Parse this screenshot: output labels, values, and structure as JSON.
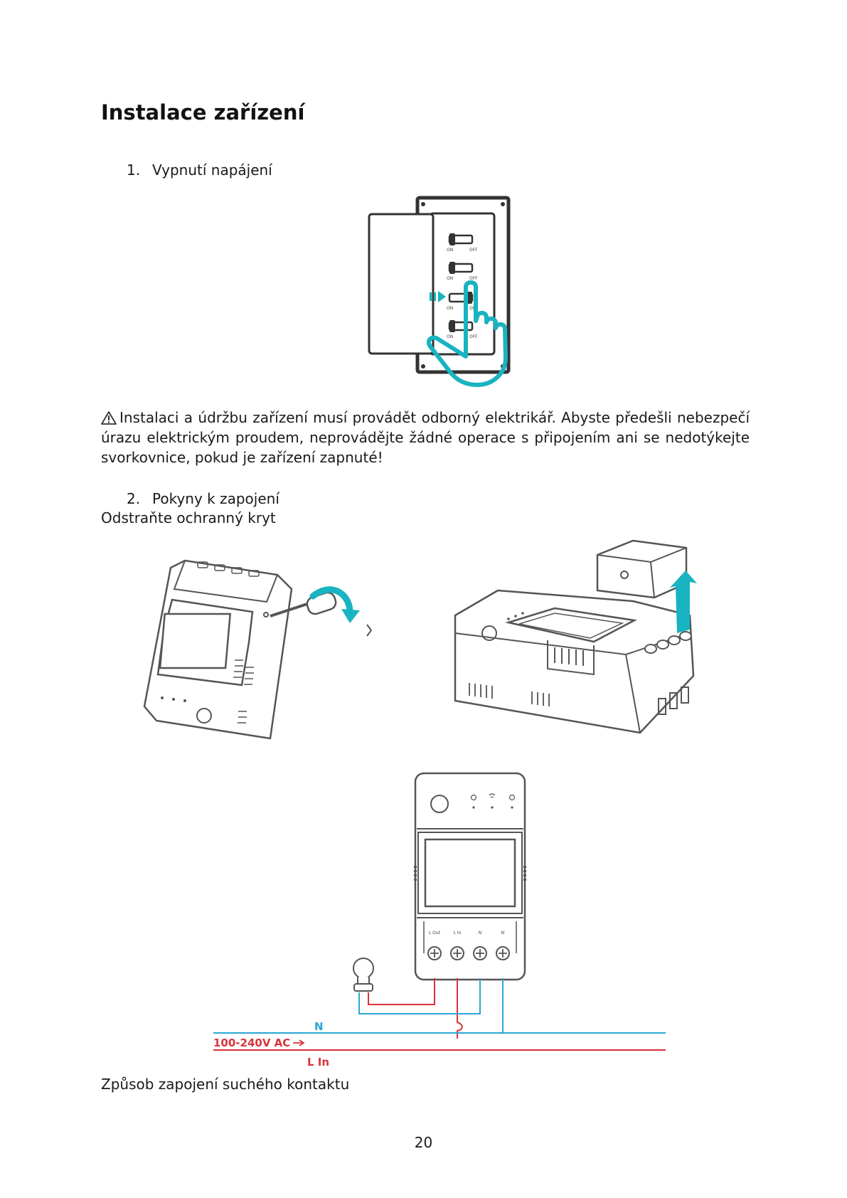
{
  "heading": "Instalace zařízení",
  "step1": {
    "number": "1.",
    "text": "Vypnutí napájení"
  },
  "breaker": {
    "labels": [
      "ON",
      "OFF"
    ],
    "accent": "#19b3c1"
  },
  "warning": {
    "icon": "warning-triangle-icon",
    "text": "Instalaci a údržbu zařízení musí provádět odborný elektrikář. Abyste předešli nebezpečí úrazu elektrickým proudem, neprovádějte žádné operace s připojením ani se nedotýkejte svorkovnice, pokud je zařízení zapnuté!"
  },
  "step2": {
    "number": "2.",
    "text": "Pokyny k zapojení"
  },
  "remove_cover": "Odstraňte ochranný kryt",
  "wiring": {
    "terminals": [
      "L Out",
      "L In",
      "N",
      "N"
    ],
    "label_n": "N",
    "label_voltage": "100-240V AC",
    "label_lin": "L In",
    "color_neutral": "#2aa7d4",
    "color_live": "#d9343a"
  },
  "dry_contact": "Způsob zapojení suchého kontaktu",
  "page_number": "20"
}
